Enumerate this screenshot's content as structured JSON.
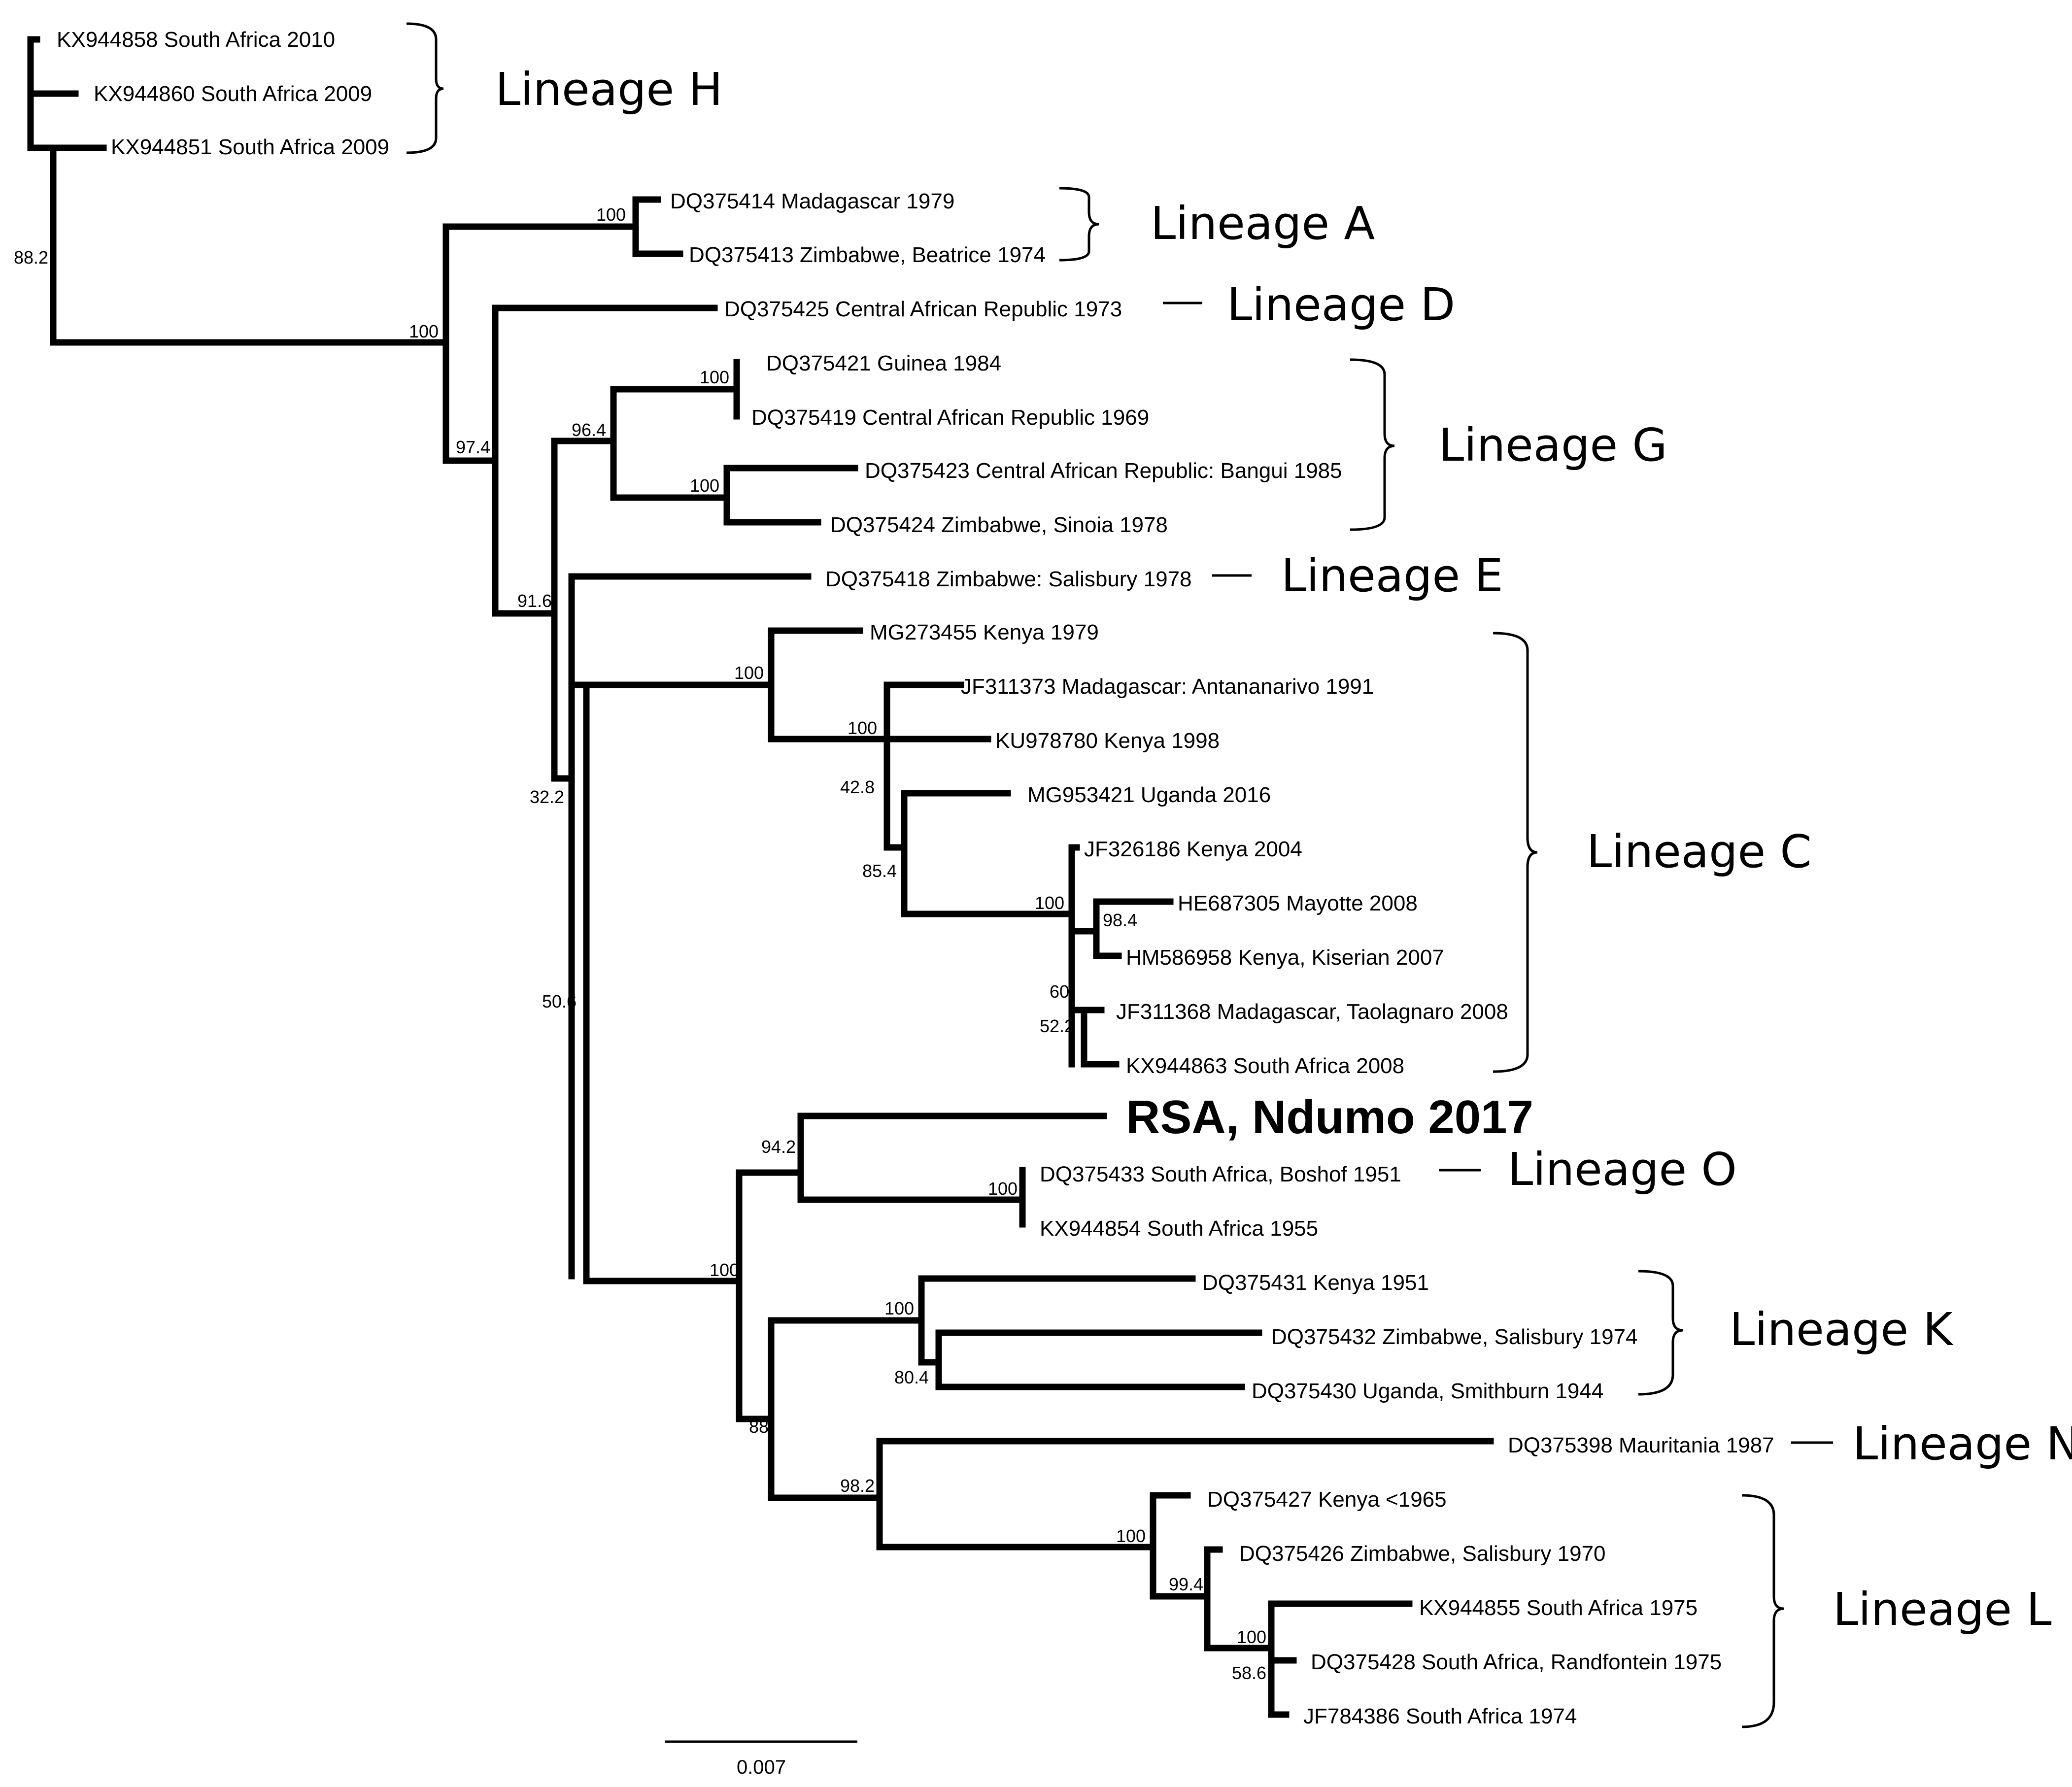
{
  "tips": {
    "h1": "KX944858 South Africa 2010",
    "h2": "KX944860 South Africa 2009",
    "h3": "KX944851 South Africa 2009",
    "a1": "DQ375414 Madagascar 1979",
    "a2": "DQ375413 Zimbabwe, Beatrice 1974",
    "d1": "DQ375425 Central African Republic 1973",
    "g1": "DQ375421 Guinea 1984",
    "g2": "DQ375419 Central African Republic 1969",
    "g3": "DQ375423 Central African Republic: Bangui 1985",
    "g4": "DQ375424 Zimbabwe, Sinoia 1978",
    "e1": "DQ375418 Zimbabwe: Salisbury 1978",
    "c1": "MG273455 Kenya 1979",
    "c2": "JF311373 Madagascar: Antananarivo 1991",
    "c3": "KU978780 Kenya 1998",
    "c4": "MG953421 Uganda 2016",
    "c5": "JF326186 Kenya 2004",
    "c6": "HE687305 Mayotte 2008",
    "c7": "HM586958 Kenya, Kiserian 2007",
    "c8": "JF311368 Madagascar, Taolagnaro 2008",
    "c9": "KX944863 South Africa 2008",
    "rsa": "RSA, Ndumo 2017",
    "o1": "DQ375433 South Africa, Boshof 1951",
    "o2": "KX944854 South Africa 1955",
    "k1": "DQ375431 Kenya 1951",
    "k2": "DQ375432 Zimbabwe, Salisbury 1974",
    "k3": "DQ375430 Uganda, Smithburn 1944",
    "n1": "DQ375398 Mauritania 1987",
    "l1": "DQ375427 Kenya <1965",
    "l2": "DQ375426 Zimbabwe, Salisbury 1970",
    "l3": "KX944855 South Africa 1975",
    "l4": "DQ375428 South Africa, Randfontein 1975",
    "l5": "JF784386 South Africa 1974"
  },
  "support": {
    "h": "88.2",
    "a": "100",
    "root": "100",
    "s974": "97.4",
    "s916": "91.6",
    "s964": "96.4",
    "g1": "100",
    "g2": "100",
    "s322": "32.2",
    "s506": "50.6",
    "c": "100",
    "c2": "100",
    "s428": "42.8",
    "s854": "85.4",
    "c5": "100",
    "s984": "98.4",
    "s60": "60",
    "s522": "52.2",
    "bottom": "100",
    "s942": "94.2",
    "o": "100",
    "s88": "88",
    "k": "100",
    "s804": "80.4",
    "s982": "98.2",
    "l": "100",
    "s994": "99.4",
    "l3": "100",
    "s586": "58.6"
  },
  "lineages": {
    "H": "Lineage H",
    "A": "Lineage A",
    "D": "Lineage D",
    "G": "Lineage G",
    "E": "Lineage E",
    "C": "Lineage C",
    "O": "Lineage O",
    "K": "Lineage K",
    "N": "Lineage N",
    "L": "Lineage L"
  },
  "scale": {
    "label": "0.007",
    "value": 0.007
  }
}
